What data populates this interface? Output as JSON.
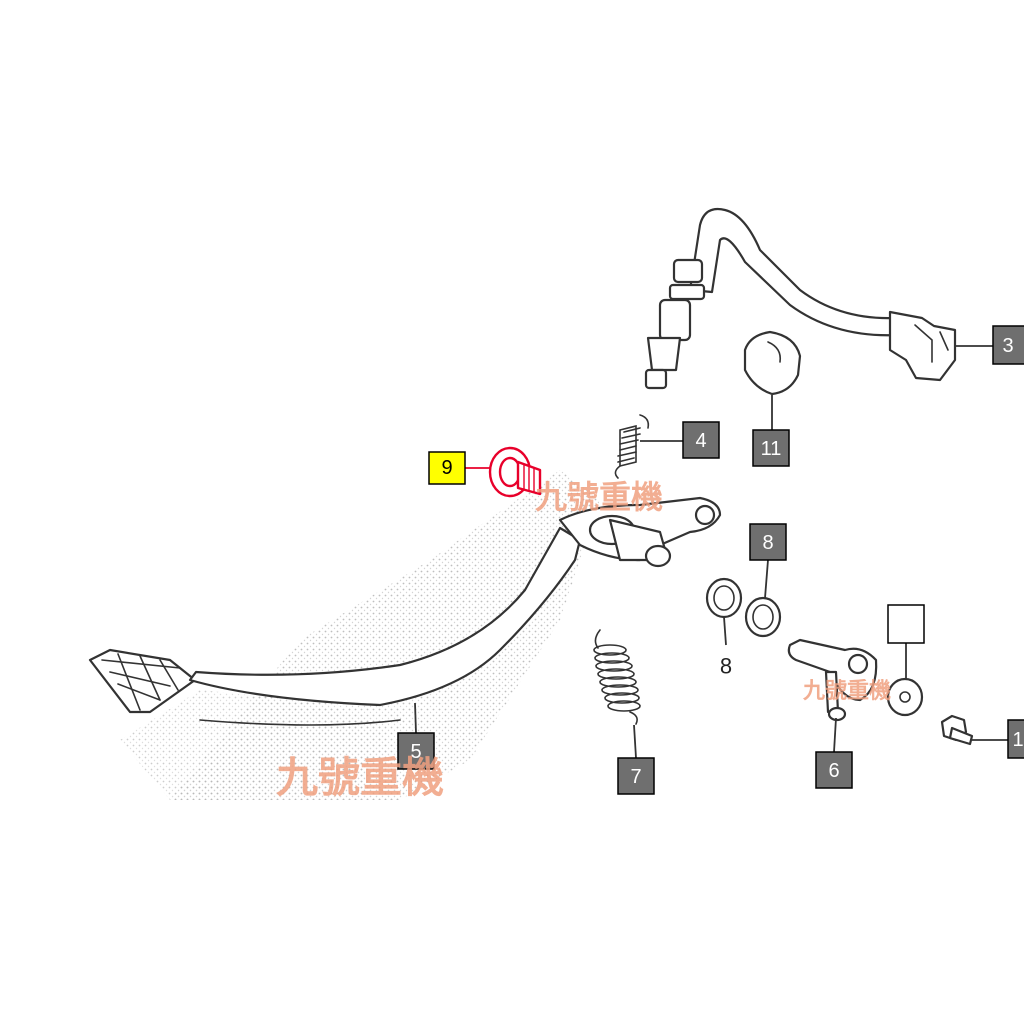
{
  "callouts": [
    {
      "id": "3",
      "label": "3",
      "style": "gray"
    },
    {
      "id": "4",
      "label": "4",
      "style": "gray"
    },
    {
      "id": "11",
      "label": "11",
      "style": "gray"
    },
    {
      "id": "9",
      "label": "9",
      "style": "yellow"
    },
    {
      "id": "8a",
      "label": "8",
      "style": "gray"
    },
    {
      "id": "8b",
      "label": "8",
      "style": "plain"
    },
    {
      "id": "blank",
      "label": "",
      "style": "empty"
    },
    {
      "id": "5",
      "label": "5",
      "style": "gray"
    },
    {
      "id": "6",
      "label": "6",
      "style": "gray"
    },
    {
      "id": "7",
      "label": "7",
      "style": "gray"
    },
    {
      "id": "1",
      "label": "1",
      "style": "gray"
    }
  ],
  "watermark": {
    "text": "九號重機"
  },
  "colors": {
    "callout_gray": "#6f6f6f",
    "callout_yellow": "#ffff00",
    "highlight_red": "#e8002a",
    "watermark": "#f0a080",
    "line": "#333333"
  }
}
